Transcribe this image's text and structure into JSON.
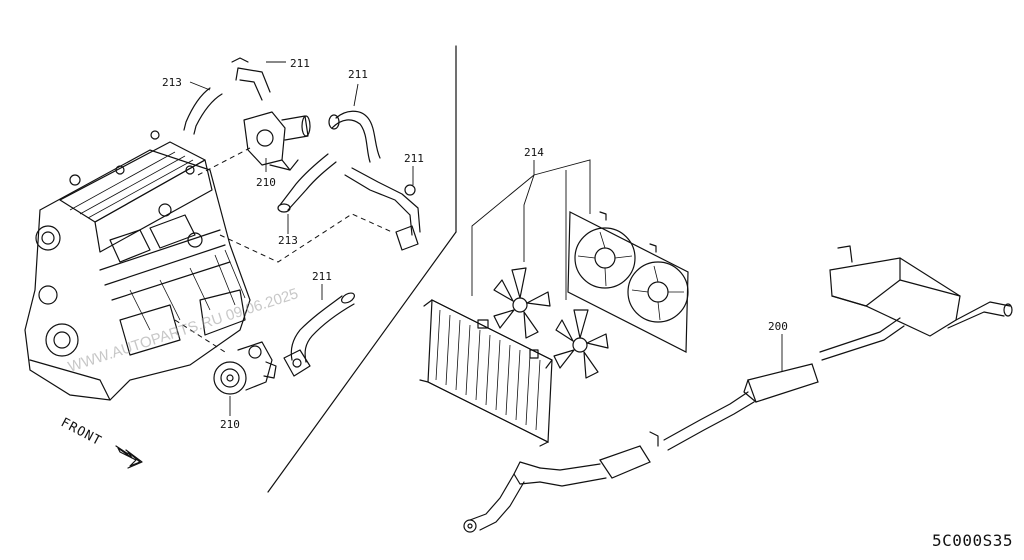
{
  "diagram": {
    "code": "5C000S35",
    "front_label": "FRONT",
    "watermark": "WWW.AUTOPARTS.RU 09.06.2025"
  },
  "callouts": {
    "p211_top": "211",
    "p213_top": "213",
    "p210_upper": "210",
    "p211_mid": "211",
    "p211_right": "211",
    "p213_lower": "213",
    "p211_lower": "211",
    "p210_lower": "210",
    "p214": "214",
    "p200": "200"
  },
  "parts": [
    {
      "ref": "200",
      "name": "exhaust-system"
    },
    {
      "ref": "210",
      "name": "water-outlet-and-pump"
    },
    {
      "ref": "211",
      "name": "coolant-hose"
    },
    {
      "ref": "213",
      "name": "heater-hose"
    },
    {
      "ref": "214",
      "name": "radiator-and-fan"
    }
  ]
}
